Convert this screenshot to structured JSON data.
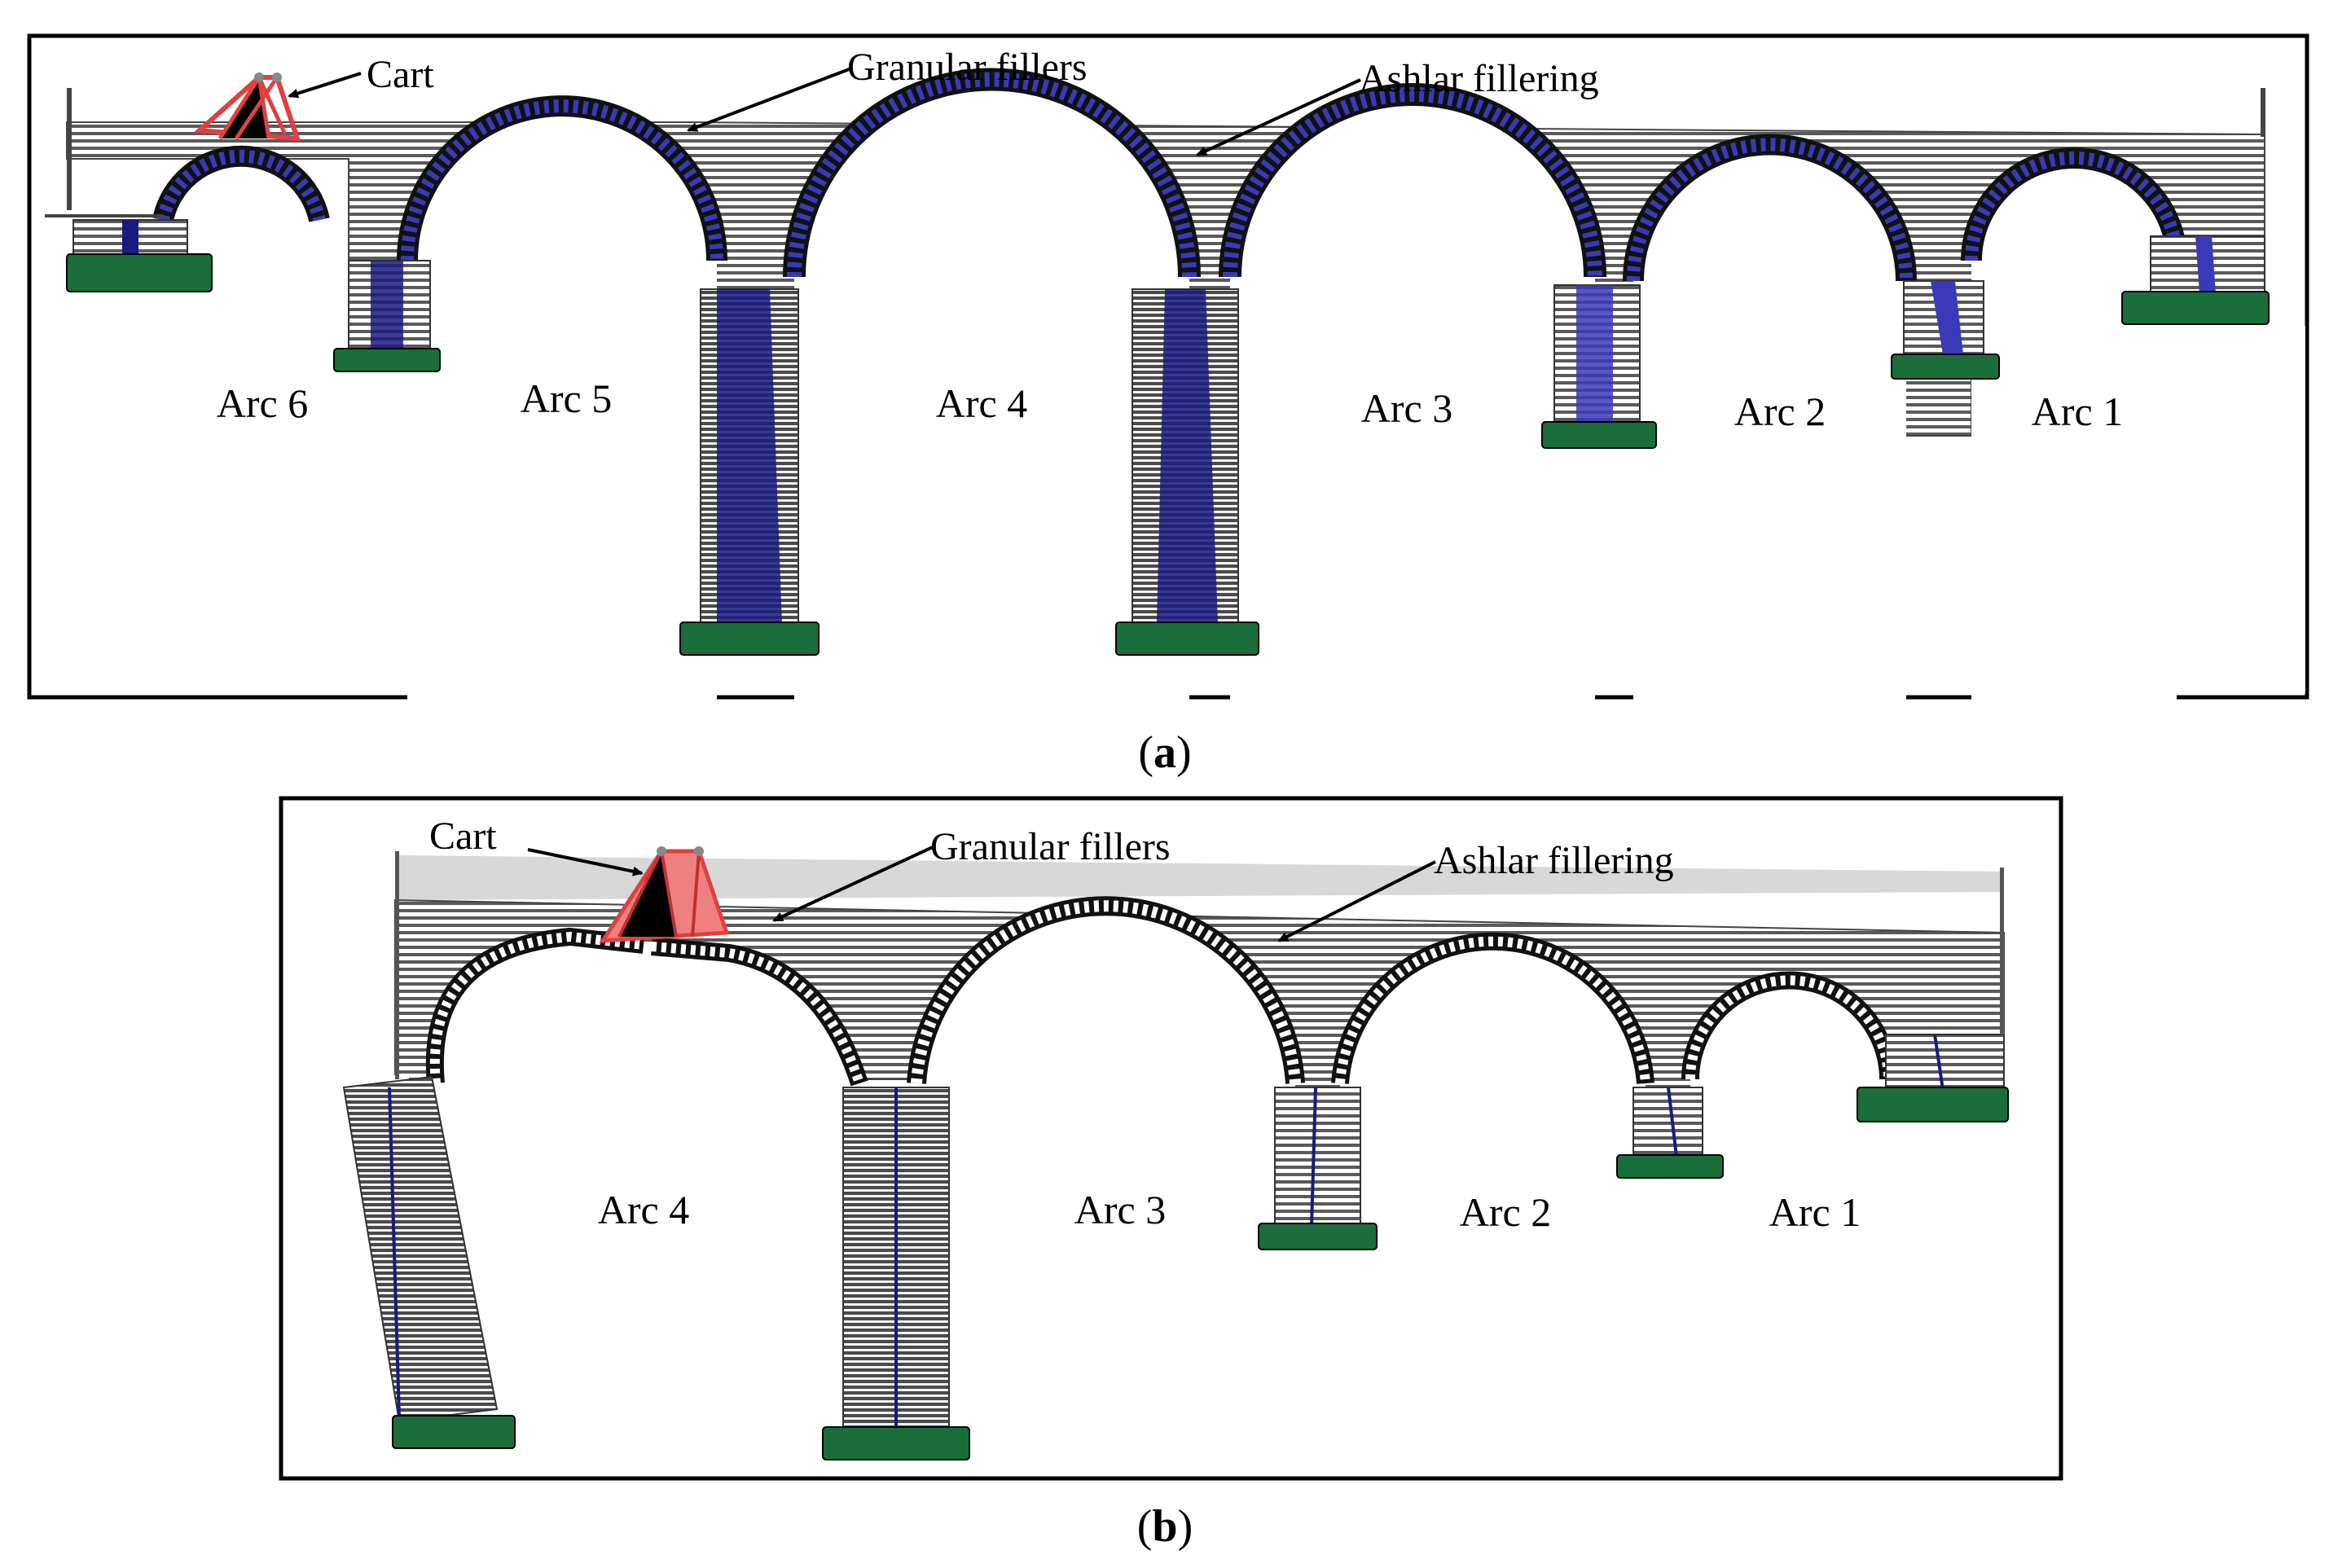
{
  "panel_a": {
    "caption_open": "(",
    "caption_letter": "a",
    "caption_close": ")",
    "annotations": {
      "cart": "Cart",
      "granular": "Granular fillers",
      "ashlar": "Ashlar fillering"
    },
    "arcs": [
      "Arc 6",
      "Arc 5",
      "Arc 4",
      "Arc 3",
      "Arc 2",
      "Arc 1"
    ]
  },
  "panel_b": {
    "caption_open": "(",
    "caption_letter": "b",
    "caption_close": ")",
    "annotations": {
      "cart": "Cart",
      "granular": "Granular fillers",
      "ashlar": "Ashlar fillering"
    },
    "arcs": [
      "Arc 4",
      "Arc 3",
      "Arc 2",
      "Arc 1"
    ]
  },
  "colors": {
    "arch_blue": "#3a3ab8",
    "pier_blue": "#1a1a80",
    "foundation_green": "#1a6e3a",
    "fill_gray": "#707070",
    "cart_red": "#e04040",
    "light_fill": "#d8d8d8"
  }
}
